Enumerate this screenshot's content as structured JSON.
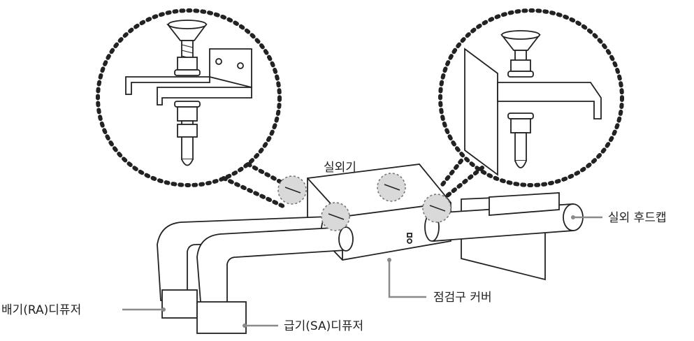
{
  "labels": {
    "unit": "실외기",
    "hood_cap": "실외 후드캡",
    "inspection_cover": "점검구 커버",
    "exhaust_diffuser": "배기(RA)디퓨저",
    "supply_diffuser": "급기(SA)디퓨저"
  },
  "colors": {
    "line": "#222222",
    "leader": "#8a8a8a",
    "detail_fill": "#d9d9d9"
  }
}
